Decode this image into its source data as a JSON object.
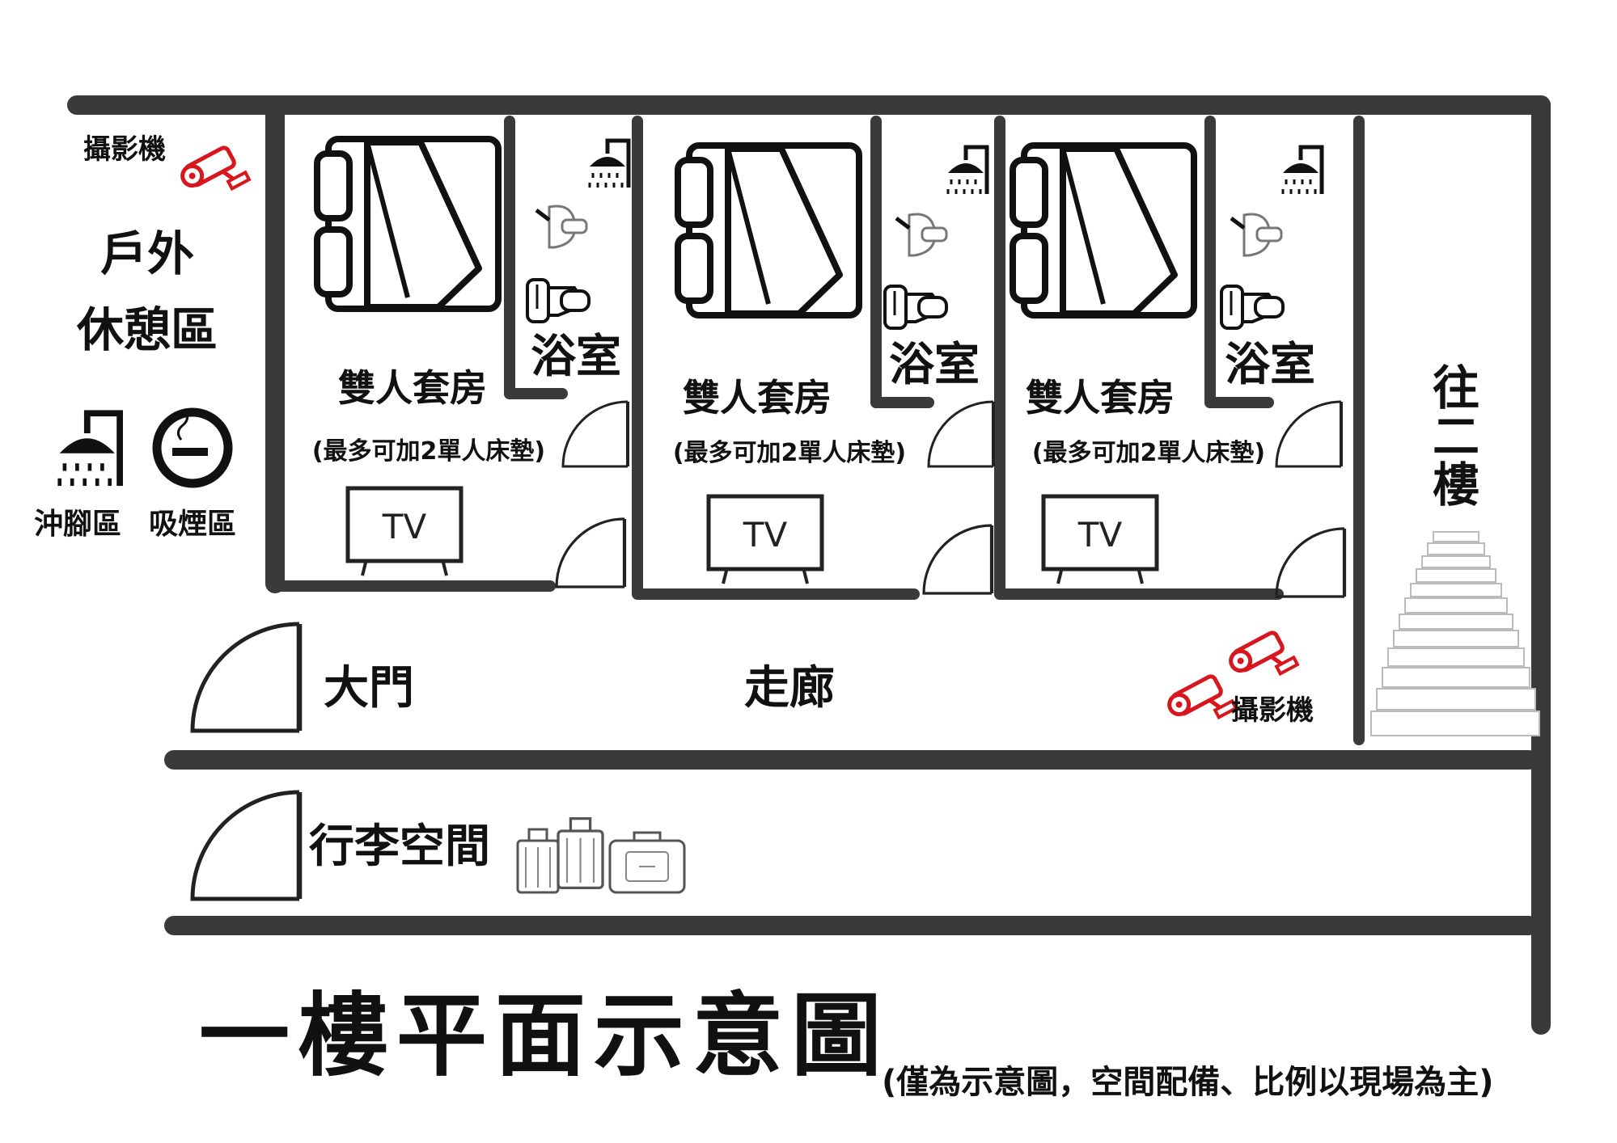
{
  "title": "一樓平面示意圖",
  "disclaimer": "(僅為示意圖，空間配備、比例以現場為主)",
  "outdoor": {
    "line1": "戶外",
    "line2": "休憩區"
  },
  "camera_label": "攝影機",
  "foot_wash_label": "沖腳區",
  "smoking_label": "吸煙區",
  "rooms": [
    {
      "name": "雙人套房",
      "note": "(最多可加2單人床墊)",
      "bath": "浴室",
      "tv": "TV"
    },
    {
      "name": "雙人套房",
      "note": "(最多可加2單人床墊)",
      "bath": "浴室",
      "tv": "TV"
    },
    {
      "name": "雙人套房",
      "note": "(最多可加2單人床墊)",
      "bath": "浴室",
      "tv": "TV"
    }
  ],
  "stairs_label": [
    "往",
    "二",
    "樓"
  ],
  "main_door_label": "大門",
  "corridor_label": "走廊",
  "luggage_label": "行李空間",
  "colors": {
    "wall": "#3a3a3a",
    "accent": "#d7161e",
    "ink": "#111111"
  }
}
